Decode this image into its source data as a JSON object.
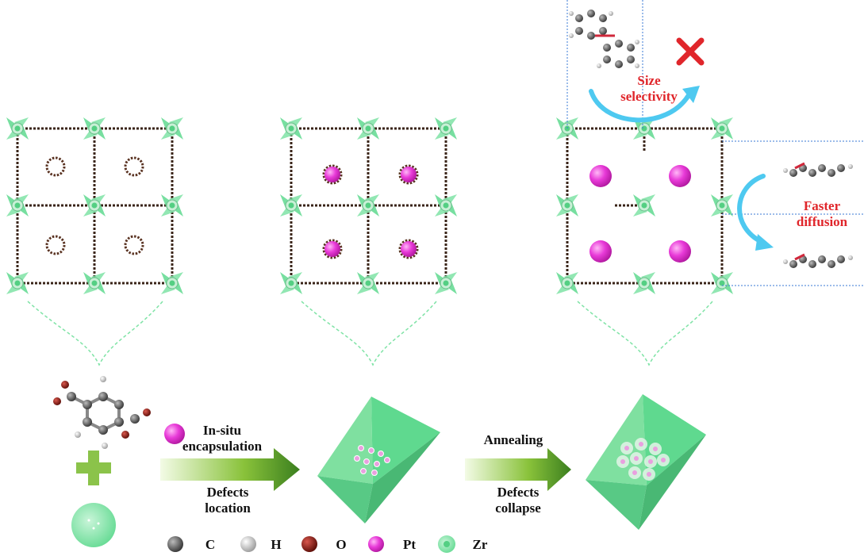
{
  "colors": {
    "zr_green": "#5fd98f",
    "linker_brown": "#4a2a1a",
    "pt_pink": "#e83ad8",
    "arrow_green": "#3f8a22",
    "red_text": "#e0262b",
    "arrow_blue": "#4ec9f0",
    "guide_blue": "#3a78d4"
  },
  "steps": {
    "step1": {
      "top": "In-situ encapsulation",
      "bottom": "Defects location"
    },
    "step2": {
      "top": "Annealing",
      "bottom": "Defects collapse"
    }
  },
  "callouts": {
    "size_selectivity": "Size selectivity",
    "faster_diffusion": "Faster diffusion"
  },
  "legend": [
    {
      "symbol": "C",
      "color": "#555555"
    },
    {
      "symbol": "H",
      "color": "#e8e8e8"
    },
    {
      "symbol": "O",
      "color": "#8a1a12"
    },
    {
      "symbol": "Pt",
      "color": "#e83ad8"
    },
    {
      "symbol": "Zr",
      "color": "#6ddc98"
    }
  ],
  "icons": [
    "reject-x-icon",
    "plus-icon",
    "blue-curved-arrow-icon",
    "green-arrow-icon"
  ]
}
